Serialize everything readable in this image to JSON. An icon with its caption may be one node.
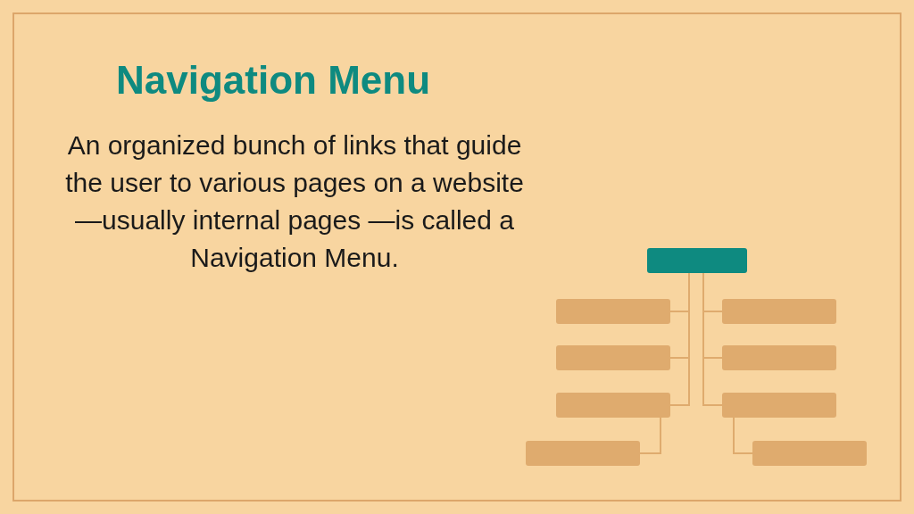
{
  "diagram": {
    "title": "Navigation Menu",
    "nodes": [
      {
        "text": [],
        "shape": "box"
      },
      {
        "text": [],
        "shape": "box"
      },
      {
        "text": [],
        "shape": "box"
      },
      {
        "text": [],
        "shape": "box"
      },
      {
        "text": [],
        "shape": "box"
      },
      {
        "text": [],
        "shape": "box"
      },
      {
        "text": [],
        "shape": "box"
      },
      {
        "text": [],
        "shape": "box"
      },
      {
        "text": [],
        "shape": "box"
      }
    ],
    "edges": [
      {
        "from": 0,
        "to": 1,
        "arrow": "none"
      },
      {
        "from": 0,
        "to": 2,
        "arrow": "none"
      },
      {
        "from": 0,
        "to": 3,
        "arrow": "none"
      },
      {
        "from": 0,
        "to": 4,
        "arrow": "none"
      },
      {
        "from": 0,
        "to": 5,
        "arrow": "none"
      },
      {
        "from": 0,
        "to": 6,
        "arrow": "none"
      },
      {
        "from": 3,
        "to": 7,
        "arrow": "none"
      },
      {
        "from": 6,
        "to": 8,
        "arrow": "none"
      }
    ],
    "labels": [
      "An organized bunch of links that guide the user to various pages on a website—usually internal pages —is called a Navigation Menu."
    ]
  }
}
